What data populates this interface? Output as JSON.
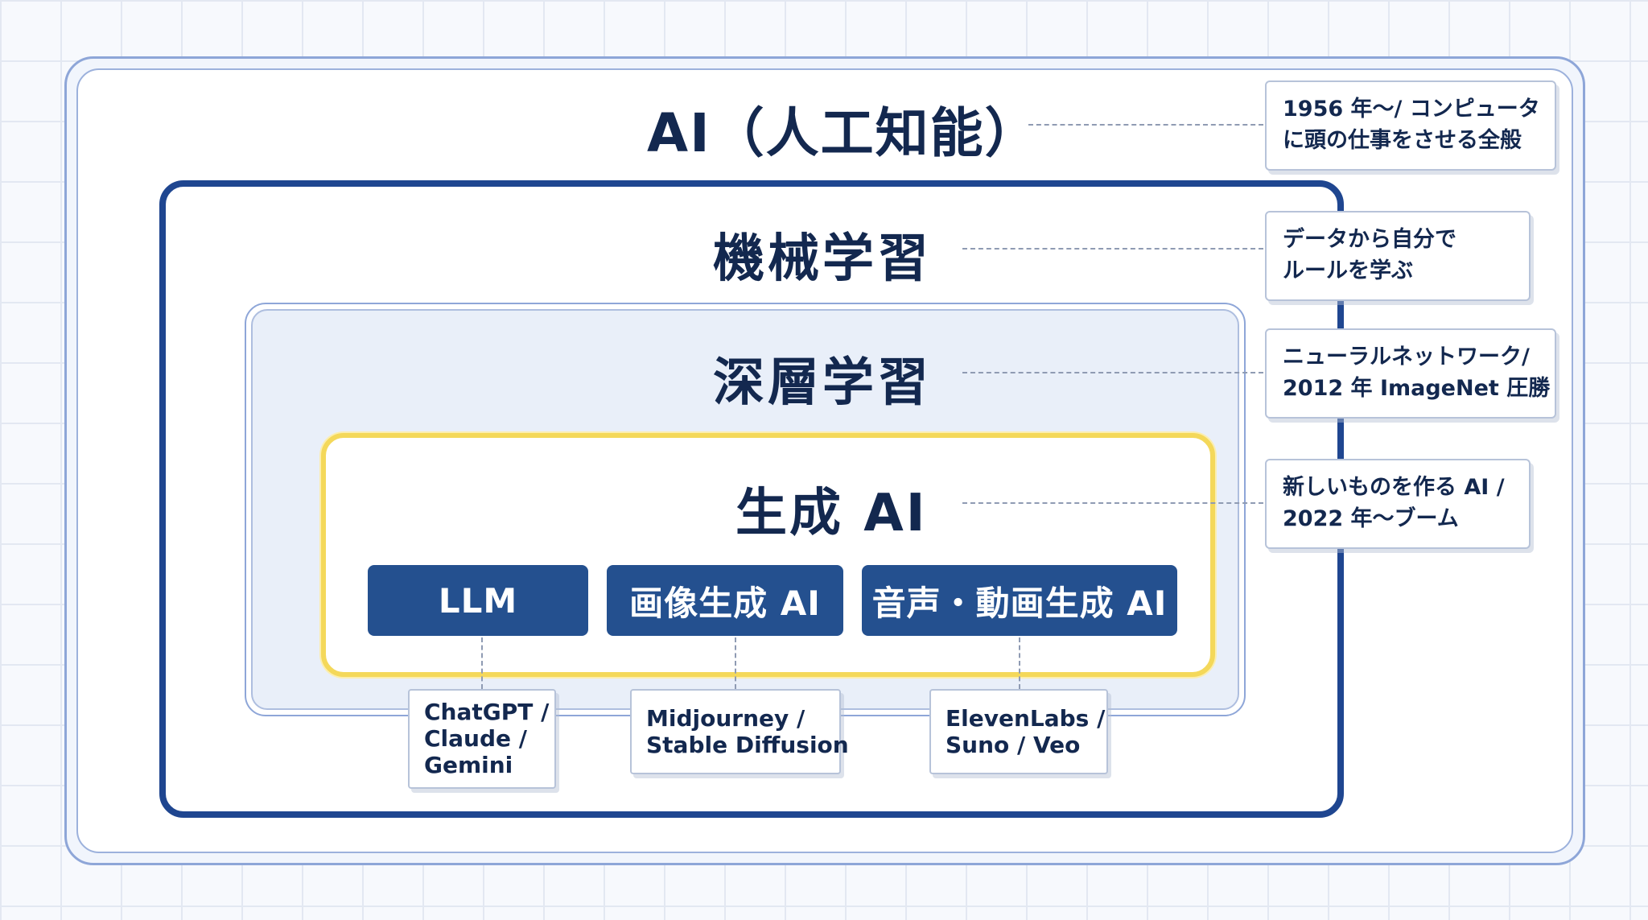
{
  "layers": {
    "ai": {
      "title": "AI（人工知能）",
      "note": [
        "1956 年〜/ コンピュータ",
        "に頭の仕事をさせる全般"
      ]
    },
    "ml": {
      "title": "機械学習",
      "note": [
        "データから自分で",
        "ルールを学ぶ"
      ]
    },
    "dl": {
      "title": "深層学習",
      "note": [
        "ニューラルネットワーク/",
        "2012 年 ImageNet 圧勝"
      ]
    },
    "gen": {
      "title": "生成 AI",
      "note": [
        "新しいものを作る AI /",
        "2022 年〜ブーム"
      ]
    }
  },
  "categories": [
    {
      "label": "LLM",
      "examples": [
        "ChatGPT /",
        "Claude /",
        "Gemini"
      ]
    },
    {
      "label": "画像生成 AI",
      "examples": [
        "Midjourney /",
        "Stable Diffusion"
      ]
    },
    {
      "label": "音声・動画生成 AI",
      "examples": [
        "ElevenLabs /",
        "Suno / Veo"
      ]
    }
  ],
  "colors": {
    "navy": "#1f4690",
    "pill": "#24508f",
    "highlight": "#f4d85a",
    "text": "#13284f"
  }
}
